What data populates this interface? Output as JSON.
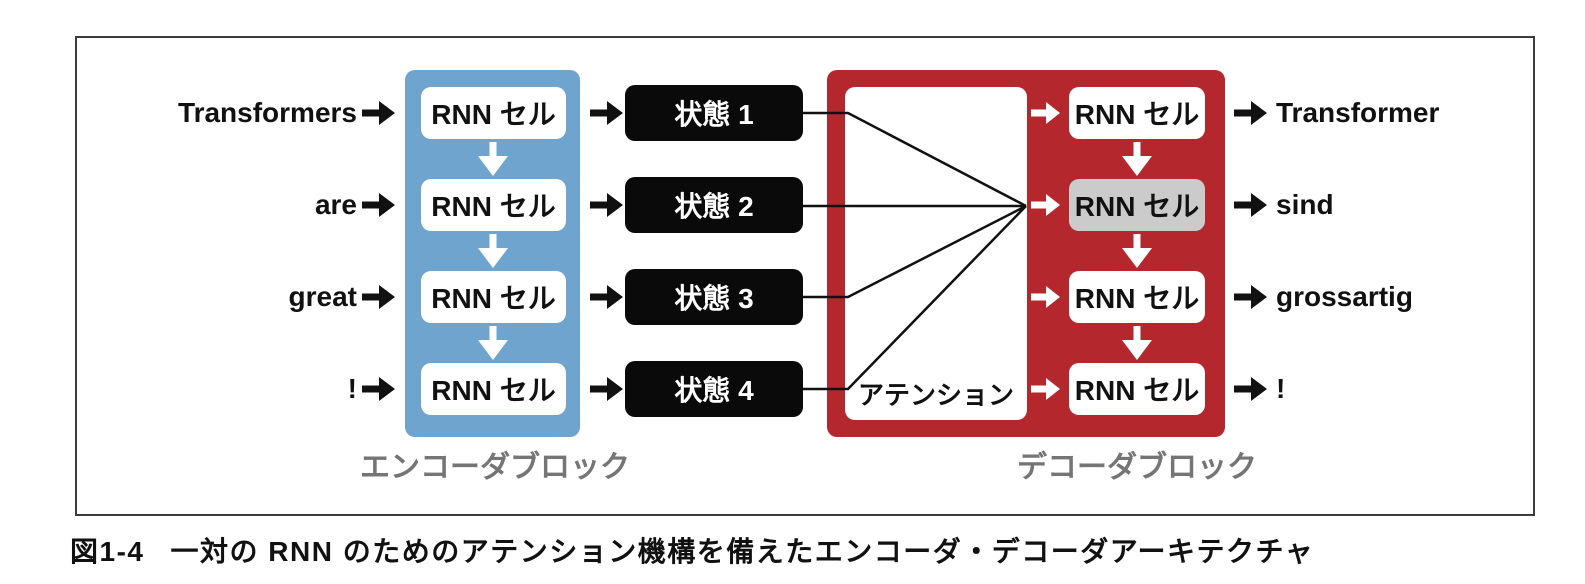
{
  "figure": {
    "encoder": {
      "label": "エンコーダブロック",
      "cell_label": "RNN セル",
      "inputs": [
        "Transformers",
        "are",
        "great",
        "!"
      ]
    },
    "states": {
      "labels": [
        "状態 1",
        "状態 2",
        "状態 3",
        "状態 4"
      ]
    },
    "decoder": {
      "label": "デコーダブロック",
      "attention_label": "アテンション",
      "cell_label": "RNN セル",
      "outputs": [
        "Transformer",
        "sind",
        "grossartig",
        "!"
      ]
    },
    "colors": {
      "encoder_block": "#6FA4CF",
      "decoder_block": "#B4282D",
      "state_box": "#0A0A0A",
      "highlighted_cell": "#CBCBCB",
      "block_label_text": "#757575"
    }
  },
  "caption": {
    "figure_number": "図1-4",
    "text": "一対の RNN のためのアテンション機構を備えたエンコーダ・デコーダアーキテクチャ"
  }
}
